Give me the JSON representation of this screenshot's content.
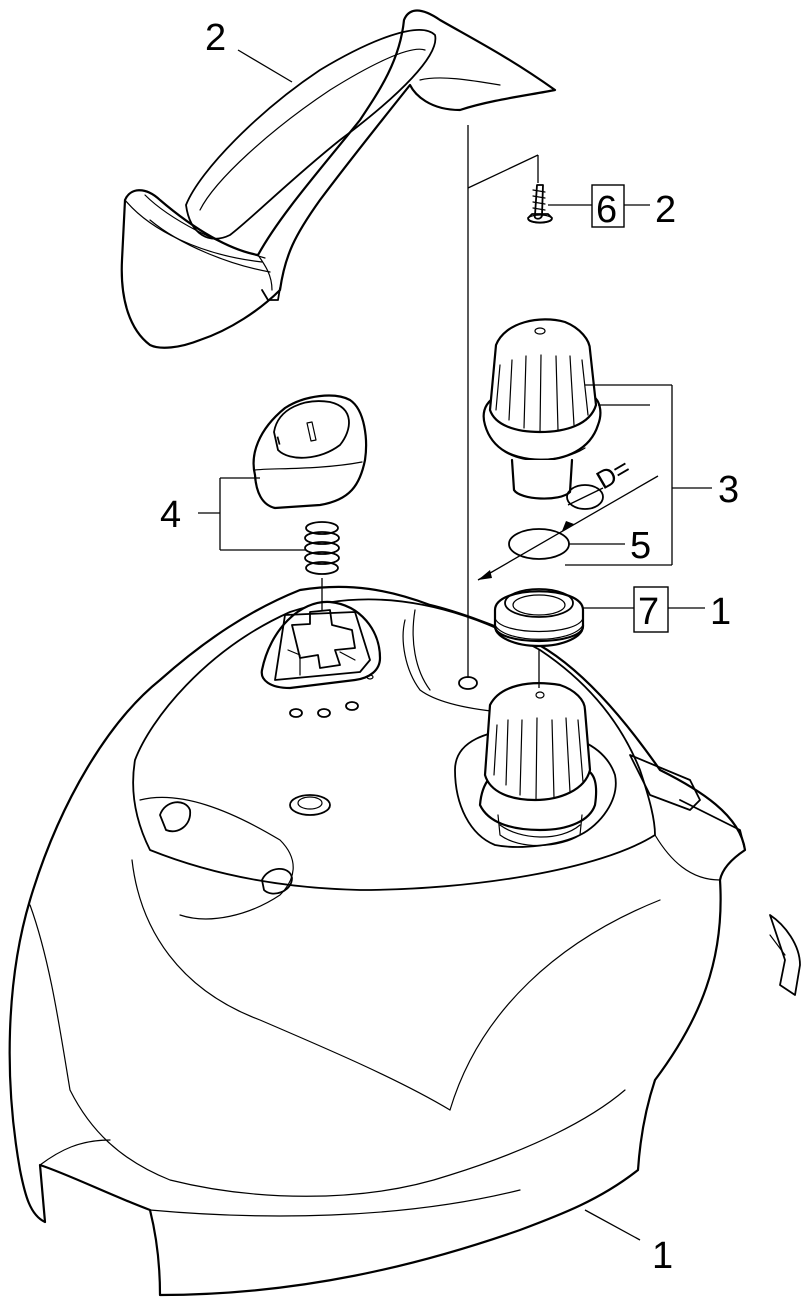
{
  "diagram": {
    "callouts": {
      "handle": "2",
      "screw_ref": "6",
      "screw_qty": "2",
      "knob_group": "3",
      "valve_group": "4",
      "o_ring": "5",
      "seal_ref": "7",
      "seal_qty": "1",
      "housing": "1"
    },
    "annotations": {
      "diameter_symbol": "D=",
      "switch_text": "I"
    }
  }
}
